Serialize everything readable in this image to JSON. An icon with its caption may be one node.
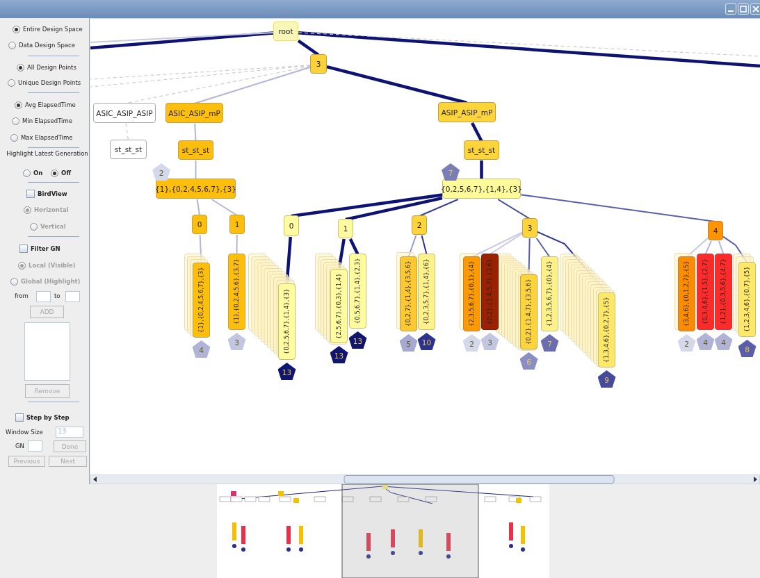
{
  "diagram": {
    "nodes": [
      {
        "text": [
          "root"
        ]
      },
      {
        "text": [
          "3"
        ]
      },
      {
        "text": [
          "ASIC_ASIP_ASIP"
        ]
      },
      {
        "text": [
          "ASIC_ASIP_mP"
        ]
      },
      {
        "text": [
          "ASIP_ASIP_mP"
        ]
      },
      {
        "text": [
          "st_st_st"
        ]
      },
      {
        "text": [
          "st_st_st"
        ]
      },
      {
        "text": [
          "st_st_st"
        ]
      },
      {
        "text": [
          "{1},{0,2,4,5,6,7},{3}"
        ],
        "beside": [
          "2"
        ]
      },
      {
        "text": [
          "{0,2,5,6,7},{1,4},{3}"
        ],
        "beside": [
          "7"
        ]
      },
      {
        "text": [
          "0"
        ]
      },
      {
        "text": [
          "1"
        ]
      },
      {
        "text": [
          "0"
        ]
      },
      {
        "text": [
          "1"
        ]
      },
      {
        "text": [
          "2"
        ]
      },
      {
        "text": [
          "3"
        ]
      },
      {
        "text": [
          "4"
        ]
      },
      {
        "text": [
          "{1},{0,2,4,5,6,7},{3}"
        ],
        "beside": [
          "4"
        ]
      },
      {
        "text": [
          "{1},{0,2,4,5,6},{3,7}"
        ],
        "beside": [
          "3"
        ]
      },
      {
        "text": [
          "{0,2,5,6,7},{1,4},{3}"
        ],
        "beside": [
          "13"
        ]
      },
      {
        "text": [
          "{2,5,6,7},{0,3},{1,4}"
        ],
        "beside": [
          "13"
        ]
      },
      {
        "text": [
          "{0,5,6,7},{1,4},{2,3}"
        ],
        "beside": [
          "13"
        ]
      },
      {
        "text": [
          "{0,2,7},{1,4},{3,5,6}"
        ],
        "beside": [
          "5"
        ]
      },
      {
        "text": [
          "{0,2,3,5,7},{1,4},{6}"
        ],
        "beside": [
          "10"
        ]
      },
      {
        "text": [
          "{2,3,5,6,7},{0,1},{4}"
        ],
        "beside": [
          "2"
        ]
      },
      {
        "text": [
          "{0,2},{1,4,5,7},{3,6}"
        ],
        "beside": [
          "3"
        ]
      },
      {
        "text": [
          "{0,2},{1,4,7},{3,5,6}"
        ],
        "beside": [
          "6"
        ]
      },
      {
        "text": [
          "{1,2,3,5,6,7},{0},{4}"
        ],
        "beside": [
          "7"
        ]
      },
      {
        "text": [
          "{1,3,4,6},{0,2,7},{5}"
        ],
        "beside": [
          "9"
        ]
      },
      {
        "text": [
          "{3,4,6},{0,1,2,7},{5}"
        ],
        "beside": [
          "2"
        ]
      },
      {
        "text": [
          "{0,3,4,6},{1,5},{2,7}"
        ],
        "beside": [
          "4"
        ]
      },
      {
        "text": [
          "{1,2},{0,3,5,6},{4,7}"
        ],
        "beside": [
          "4"
        ]
      },
      {
        "text": [
          "{1,2,3,4,6},{0,7},{5}"
        ],
        "beside": [
          "8"
        ]
      }
    ],
    "edges": [
      {
        "from": 0,
        "to": null,
        "arrow": "none",
        "style": "thick"
      },
      {
        "from": null,
        "to": 0,
        "arrow": "none",
        "color": "#c8cae3"
      },
      {
        "from": 0,
        "to": null,
        "arrow": "none",
        "style": "thick"
      },
      {
        "from": 0,
        "to": null,
        "arrow": "none",
        "style": "dashed",
        "color": "#cccccc"
      },
      {
        "from": 0,
        "to": 1,
        "arrow": "none",
        "style": "thick"
      },
      {
        "from": 1,
        "to": 2,
        "arrow": "none",
        "style": "dashed",
        "color": "#cccccc"
      },
      {
        "from": 1,
        "to": null,
        "arrow": "none",
        "style": "dashed",
        "color": "#cccccc"
      },
      {
        "from": 1,
        "to": null,
        "arrow": "none",
        "style": "dashed",
        "color": "#cccccc"
      },
      {
        "from": 1,
        "to": 3,
        "arrow": "none",
        "color": "#b3b5da"
      },
      {
        "from": 1,
        "to": 4,
        "arrow": "none",
        "style": "thick"
      },
      {
        "from": 2,
        "to": 5,
        "arrow": "none",
        "style": "dashed",
        "color": "#cccccc"
      },
      {
        "from": 3,
        "to": 6,
        "arrow": "none",
        "color": "#b3b5da"
      },
      {
        "from": 4,
        "to": 7,
        "arrow": "none",
        "style": "thick"
      },
      {
        "from": 6,
        "to": 8,
        "arrow": "none",
        "color": "#b3b5da"
      },
      {
        "from": 7,
        "to": 9,
        "arrow": "none",
        "style": "thick"
      },
      {
        "from": 8,
        "to": 10,
        "arrow": "none",
        "color": "#b3b5da"
      },
      {
        "from": 8,
        "to": 11,
        "arrow": "none",
        "color": "#b3b5da"
      },
      {
        "from": 9,
        "to": 12,
        "arrow": "none",
        "style": "thick"
      },
      {
        "from": 9,
        "to": 13,
        "arrow": "none",
        "style": "thick"
      },
      {
        "from": 9,
        "to": 14,
        "arrow": "none",
        "color": "#3c418f"
      },
      {
        "from": 9,
        "to": 15,
        "arrow": "none",
        "color": "#3c418f"
      },
      {
        "from": 9,
        "to": 16,
        "arrow": "none",
        "color": "#5a5ea8"
      },
      {
        "from": 10,
        "to": 17,
        "arrow": "none",
        "color": "#b3b5da"
      },
      {
        "from": 11,
        "to": 18,
        "arrow": "none",
        "color": "#b3b5da"
      },
      {
        "from": 12,
        "to": 19,
        "arrow": "none",
        "style": "thick"
      },
      {
        "from": 13,
        "to": 20,
        "arrow": "none",
        "style": "thick"
      },
      {
        "from": 13,
        "to": 21,
        "arrow": "none",
        "style": "thick"
      },
      {
        "from": 14,
        "to": 22,
        "arrow": "none",
        "color": "#9a9dcc"
      },
      {
        "from": 14,
        "to": 23,
        "arrow": "none",
        "color": "#2d3290"
      },
      {
        "from": 15,
        "to": 24,
        "arrow": "none",
        "color": "#c8cae3"
      },
      {
        "from": 15,
        "to": 25,
        "arrow": "none",
        "color": "#c8cae3"
      },
      {
        "from": 15,
        "to": 26,
        "arrow": "none",
        "color": "#5a5ea8"
      },
      {
        "from": 15,
        "to": 27,
        "arrow": "none",
        "color": "#5a5ea8"
      },
      {
        "from": 15,
        "to": 28,
        "arrow": "none",
        "color": "#2d3290"
      },
      {
        "from": 16,
        "to": 29,
        "arrow": "none",
        "color": "#c8cae3"
      },
      {
        "from": 16,
        "to": 30,
        "arrow": "none",
        "color": "#b3b5da"
      },
      {
        "from": 16,
        "to": 31,
        "arrow": "none",
        "color": "#b3b5da"
      },
      {
        "from": 16,
        "to": 32,
        "arrow": "none",
        "color": "#5a5ea8"
      }
    ],
    "labels": [
      "Entire Design Space",
      "Data Design Space",
      "All Design Points",
      "Unique Design Points",
      "Avg ElapsedTime",
      "Min ElapsedTime",
      "Max ElapsedTime",
      "Highlight Latest Generation",
      "On",
      "Off",
      "BirdView",
      "Horizontal",
      "Vertical",
      "Filter GN",
      "Local (Visible)",
      "Global (Highlight)",
      "from",
      "to",
      "ADD",
      "Remove",
      "Step by Step",
      "Window Size",
      "13",
      "GN",
      "Done",
      "Previous",
      "Next"
    ]
  }
}
